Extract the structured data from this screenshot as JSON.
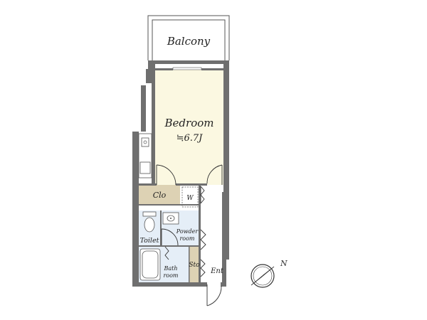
{
  "rooms": {
    "balcony": "Balcony",
    "bedroom": "Bedroom",
    "bedroom_area": "≒6.7J",
    "closet": "Clo",
    "washer": "W",
    "toilet": "Toilet",
    "powder_room_line1": "Powder",
    "powder_room_line2": "room",
    "bath_room_line1": "Bath",
    "bath_room_line2": "room",
    "storage": "Sto",
    "entrance": "Ent"
  },
  "compass": {
    "north_label": "N"
  },
  "colors": {
    "bedroom_floor": "#fbf8e1",
    "closet_floor": "#ddd2b4",
    "storage_floor": "#ddd2b4",
    "wet_area_floor": "#e5eef7",
    "wall": "#6f6f6f"
  }
}
